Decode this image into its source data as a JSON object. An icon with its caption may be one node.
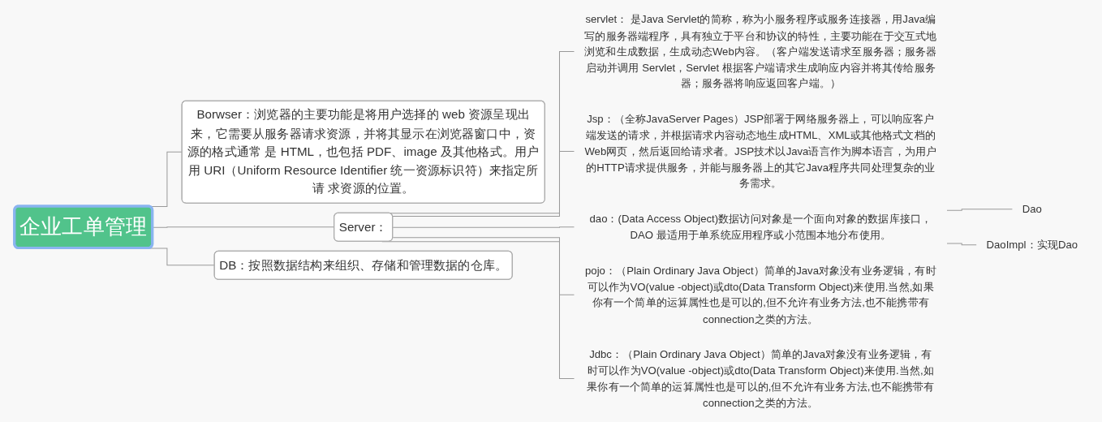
{
  "diagram": {
    "nodes": [
      {
        "text": [
          "企业工单管理"
        ]
      },
      {
        "text": [
          "Borwser：浏览器的主要功能是将用户选择的 web 资源呈现出来，它需要从服务器请求资源，并将其显示在浏览器窗口中，资源的格式通常 是 HTML，也包括 PDF、image 及其他格式。用户用 URI（Uniform Resource Identifier 统一资源标识符）来指定所请 求资源的位置。"
        ]
      },
      {
        "text": [
          "Server："
        ]
      },
      {
        "text": [
          "servlet： 是Java Servlet的简称，称为小服务程序或服务连接器，用Java编写的服务器端程序，具有独立于平台和协议的特性，主要功能在于交互式地浏览和生成数据，生成动态Web内容。（客户端发送请求至服务器；服务器启动并调用 Servlet，Servlet 根据客户端请求生成响应内容并将其传给服务器；服务器将响应返回客户端。）"
        ]
      },
      {
        "text": [
          "Jsp：（全称JavaServer Pages）JSP部署于网络服务器上，可以响应客户端发送的请求，并根据请求内容动态地生成HTML、XML或其他格式文档的Web网页，然后返回给请求者。JSP技术以Java语言作为脚本语言，为用户的HTTP请求提供服务，并能与服务器上的其它Java程序共同处理复杂的业务需求。"
        ]
      },
      {
        "text": [
          "dao：(Data Access Object)数据访问对象是一个面向对象的数据库接口，DAO 最适用于单系统应用程序或小范围本地分布使用。"
        ]
      },
      {
        "text": [
          "Dao"
        ]
      },
      {
        "text": [
          "DaoImpl：实现Dao"
        ]
      },
      {
        "text": [
          "pojo：（Plain Ordinary Java Object）简单的Java对象没有业务逻辑，有时可以作为VO(value -object)或dto(Data Transform Object)来使用.当然,如果你有一个简单的运算属性也是可以的,但不允许有业务方法,也不能携带有connection之类的方法。"
        ]
      },
      {
        "text": [
          "Jdbc：（Plain Ordinary Java Object）简单的Java对象没有业务逻辑，有时可以作为VO(value -object)或dto(Data Transform Object)来使用.当然,如果你有一个简单的运算属性也是可以的,但不允许有业务方法,也不能携带有connection之类的方法。"
        ]
      },
      {
        "text": [
          "DB：按照数据结构来组织、存储和管理数据的仓库。"
        ]
      }
    ],
    "edges": [
      {
        "from": 0,
        "to": 1,
        "arrow": "none"
      },
      {
        "from": 0,
        "to": 2,
        "arrow": "none"
      },
      {
        "from": 2,
        "to": 3,
        "arrow": "none"
      },
      {
        "from": 2,
        "to": 4,
        "arrow": "none"
      },
      {
        "from": 2,
        "to": 5,
        "arrow": "none"
      },
      {
        "from": 5,
        "to": 6,
        "arrow": "none"
      },
      {
        "from": 5,
        "to": 7,
        "arrow": "none"
      },
      {
        "from": 2,
        "to": 8,
        "arrow": "none"
      },
      {
        "from": 2,
        "to": 9,
        "arrow": "none"
      },
      {
        "from": 0,
        "to": 10,
        "arrow": "none"
      }
    ]
  }
}
